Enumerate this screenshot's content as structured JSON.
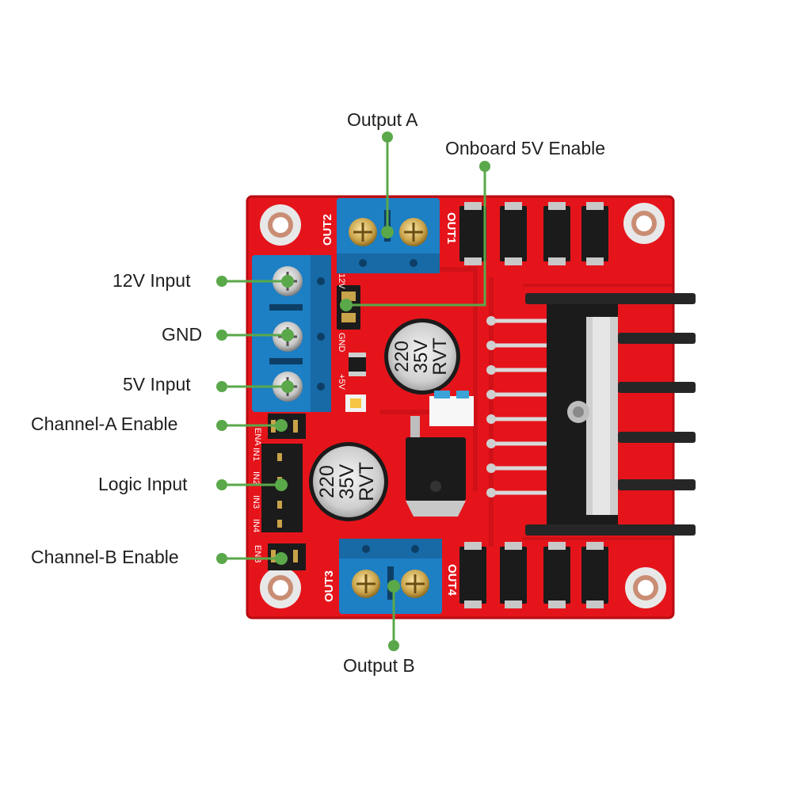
{
  "labels": {
    "output_a": "Output A",
    "onboard_5v_enable": "Onboard 5V Enable",
    "input_12v": "12V Input",
    "gnd": "GND",
    "input_5v": "5V Input",
    "channel_a_enable": "Channel-A Enable",
    "logic_input": "Logic Input",
    "channel_b_enable": "Channel-B Enable",
    "output_b": "Output B"
  },
  "board": {
    "terminal_out1": "OUT1",
    "terminal_out2": "OUT2",
    "terminal_out3": "OUT3",
    "terminal_out4": "OUT4",
    "cap_text": [
      "220",
      "35V",
      "RVT"
    ],
    "pin_ena": "ENA",
    "pin_in1": "IN1",
    "pin_in2": "IN2",
    "pin_in3": "IN3",
    "pin_in4": "IN4",
    "pin_enb": "ENB",
    "silk_12v": "12V",
    "silk_gnd": "GND",
    "silk_5v": "+5V"
  },
  "colors": {
    "board": "#e5141b",
    "terminal": "#1d7fc4",
    "leader": "#5aa84a",
    "heatsink": "#1b1b1b"
  }
}
